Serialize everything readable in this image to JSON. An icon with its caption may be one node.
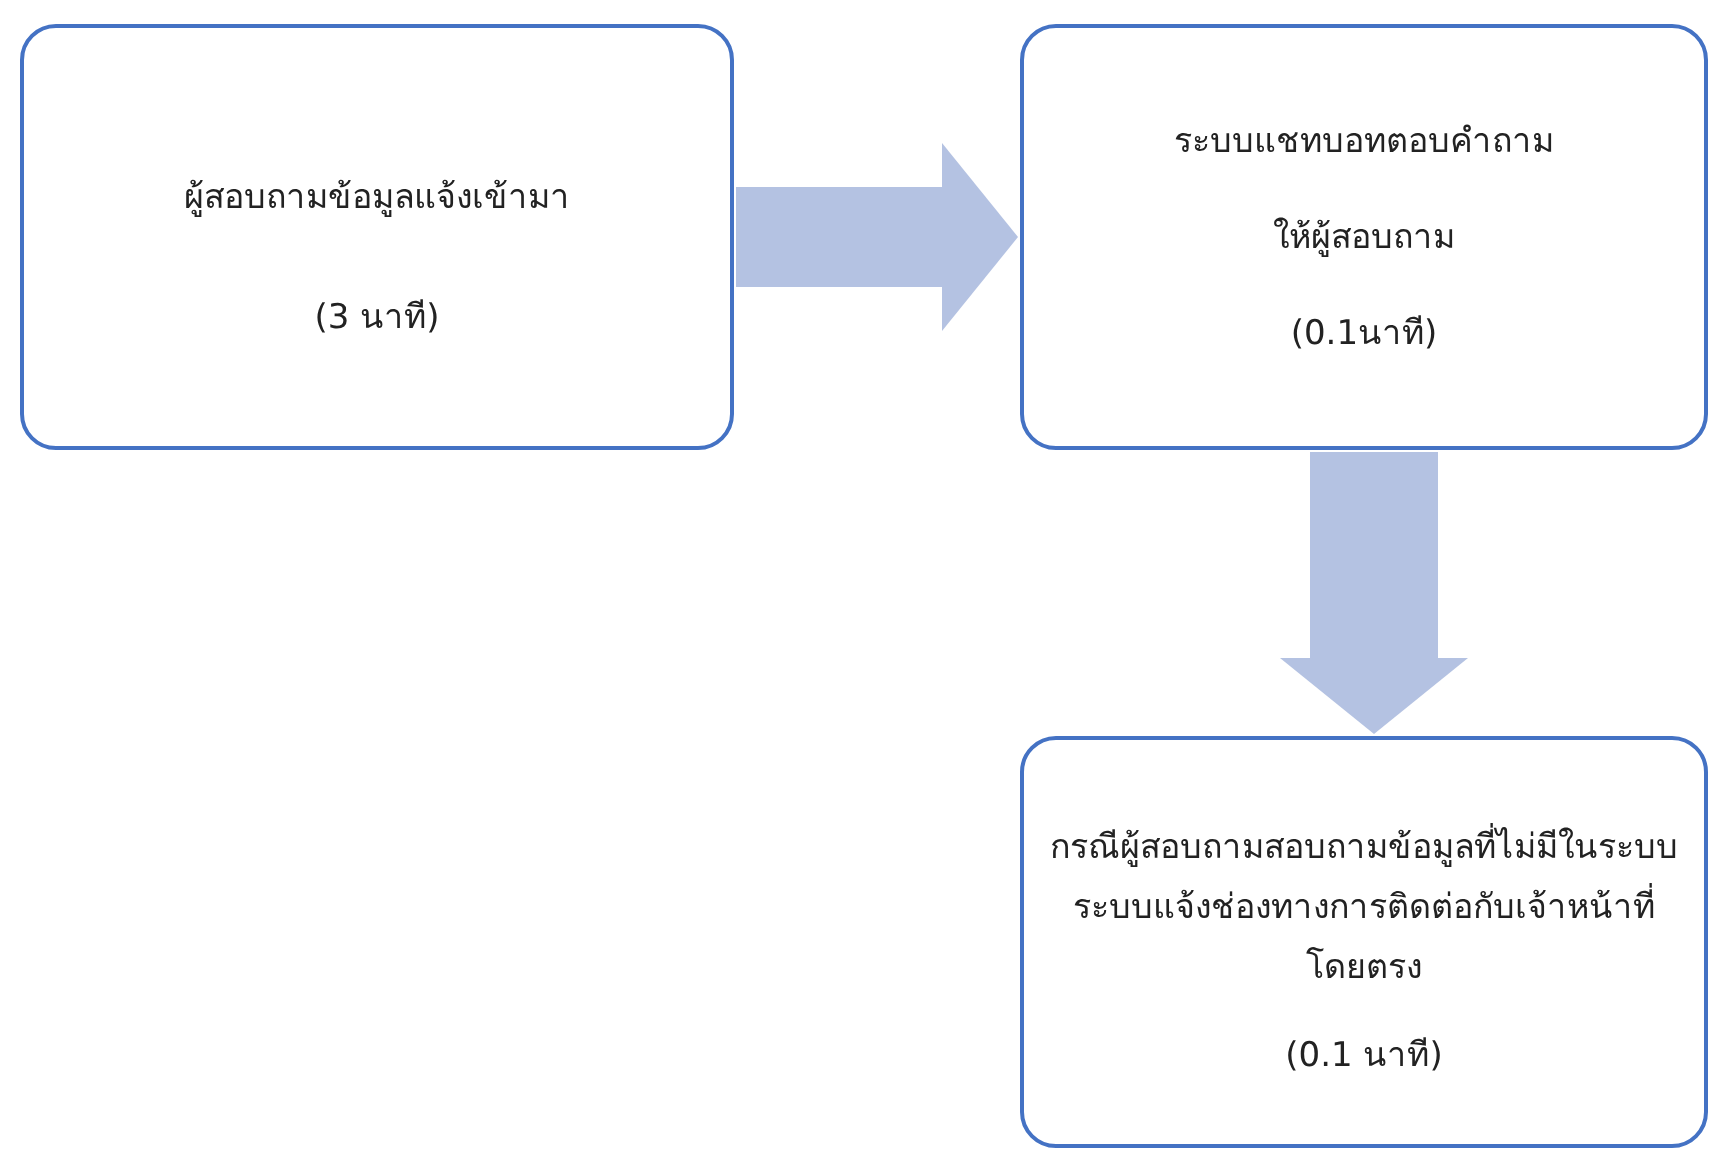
{
  "diagram": {
    "nodes": [
      {
        "text": [
          "ผู้สอบถามข้อมูลแจ้งเข้ามา",
          "(3 นาที)"
        ]
      },
      {
        "text": [
          "ระบบแชทบอทตอบคำถาม",
          "ให้ผู้สอบถาม",
          "(0.1นาที)"
        ]
      },
      {
        "text": [
          "กรณีผู้สอบถามสอบถามข้อมูลที่ไม่มีในระบบ ระบบแจ้งช่องทางการติดต่อกับเจ้าหน้าที่โดยตรง",
          "(0.1 นาที)"
        ]
      }
    ],
    "edges": [
      {
        "from": 0,
        "to": 1,
        "arrow": "to"
      },
      {
        "from": 1,
        "to": 2,
        "arrow": "to"
      }
    ]
  }
}
